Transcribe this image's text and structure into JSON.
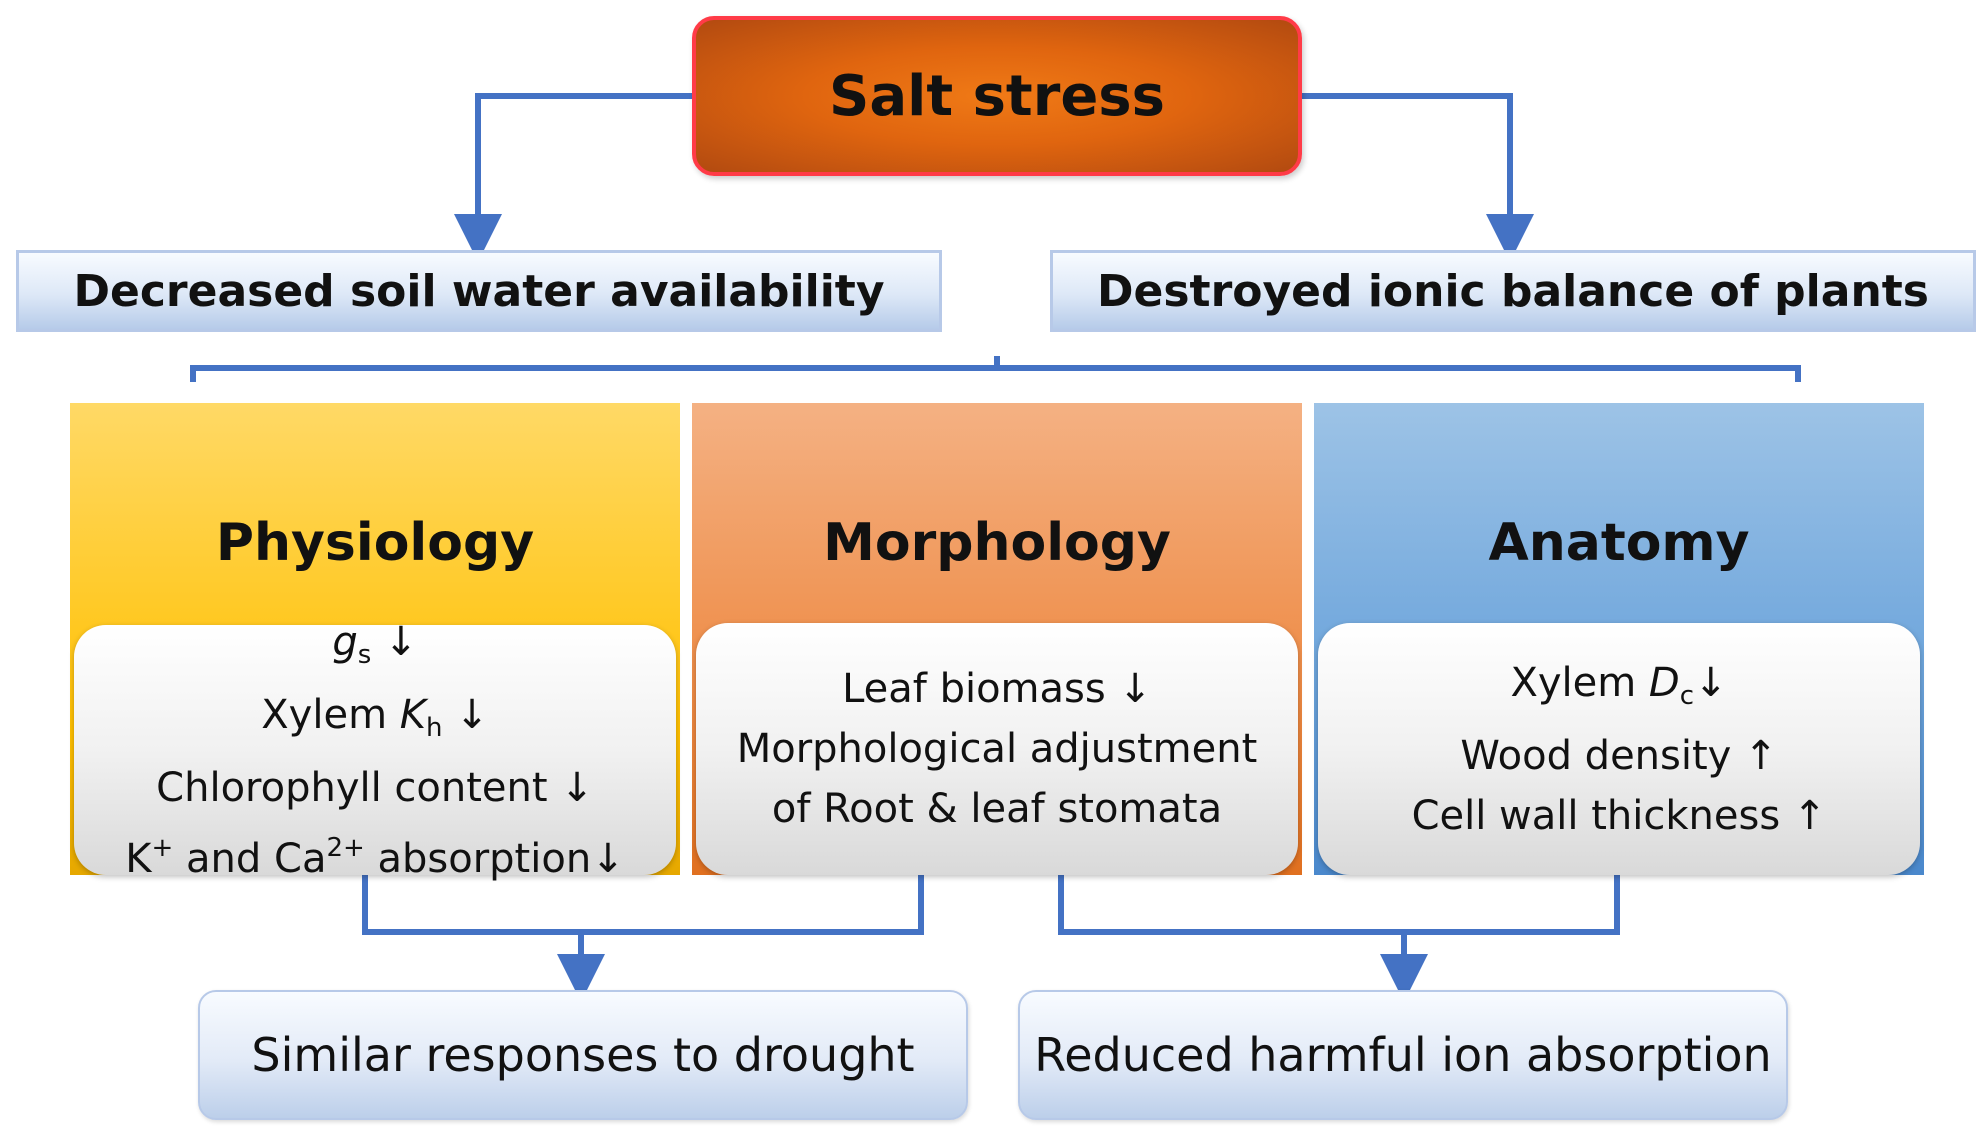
{
  "top": {
    "label": "Salt stress"
  },
  "bars": {
    "left": "Decreased soil water availability",
    "right": "Destroyed ionic balance of plants"
  },
  "columns": {
    "physiology": {
      "title": "Physiology",
      "items": {
        "gs": {
          "symbol": "g",
          "sub": "s",
          "arrow": "↓"
        },
        "kh": {
          "prefix": "Xylem ",
          "symbol": "K",
          "sub": "h",
          "arrow": "↓"
        },
        "chl": {
          "text": "Chlorophyll content ↓"
        },
        "ion": {
          "k": "K",
          "k_sup": "+",
          "mid": " and Ca",
          "ca_sup": "2+",
          "tail": " absorption↓"
        }
      }
    },
    "morphology": {
      "title": "Morphology",
      "items": [
        "Leaf biomass ↓",
        "Morphological adjustment",
        "of Root & leaf stomata"
      ]
    },
    "anatomy": {
      "title": "Anatomy",
      "items": {
        "dc": {
          "prefix": "Xylem ",
          "symbol": "D",
          "sub": "c",
          "arrow": "↓"
        },
        "wood": "Wood density ↑",
        "cell": "Cell wall thickness ↑"
      }
    }
  },
  "outcomes": {
    "left": "Similar responses to drought",
    "right": "Reduced harmful ion absorption"
  },
  "colors": {
    "connector": "#4472c4",
    "top_border": "#ff3b47",
    "physiology": "#ffc000",
    "morphology": "#ee8b45",
    "anatomy": "#6fa6dc"
  }
}
